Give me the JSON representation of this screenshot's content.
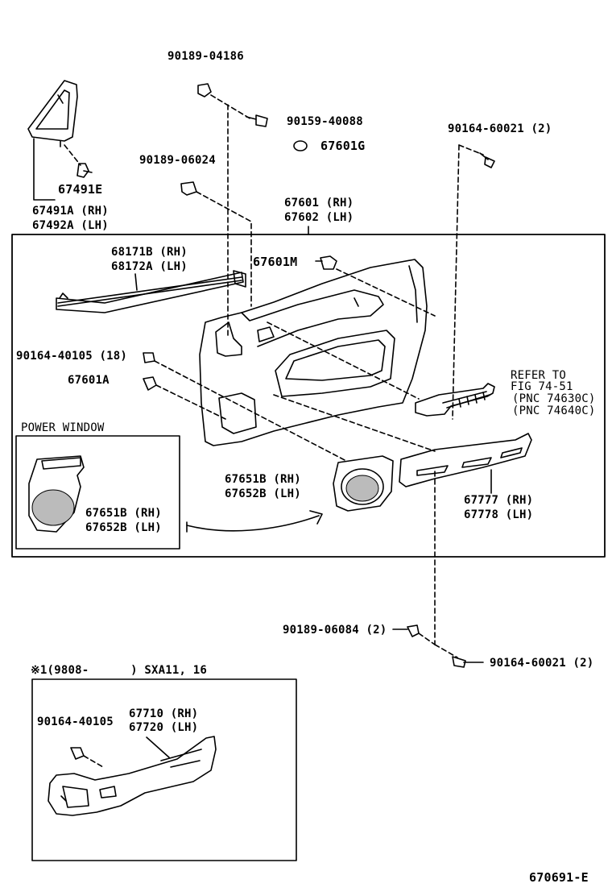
{
  "labels": {
    "p90189_04186": "90189-04186",
    "p90159_40088": "90159-40088",
    "p67601G": "67601G",
    "p90164_60021_top": "90164-60021 (2)",
    "p90189_06024": "90189-06024",
    "p67491E": "67491E",
    "p67491A": "67491A (RH)",
    "p67492A": "67492A (LH)",
    "p67601": "67601 (RH)",
    "p67602": "67602 (LH)",
    "p68171B": "68171B (RH)",
    "p68172A": "68172A (LH)",
    "p67601M": "67601M",
    "p90164_40105_18": "90164-40105 (18)",
    "p67601A": "67601A",
    "refer_line1": "REFER TO",
    "refer_line2": "FIG 74-51",
    "refer_line3": "(PNC 74630C)",
    "refer_line4": "(PNC 74640C)",
    "power_window": "POWER WINDOW",
    "p67651B_main": "67651B (RH)",
    "p67652B_main": "67652B (LH)",
    "p67651B_pw": "67651B (RH)",
    "p67652B_pw": "67652B (LH)",
    "p67777": "67777 (RH)",
    "p67778": "67778 (LH)",
    "p90189_06084": "90189-06084 (2)",
    "p90164_60021_bottom": "90164-60021 (2)",
    "note_sxa": "※1(9808-      ) SXA11, 16",
    "p90164_40105": "90164-40105",
    "p67710": "67710 (RH)",
    "p67720": "67720 (LH)",
    "figure_code": "670691-E"
  }
}
